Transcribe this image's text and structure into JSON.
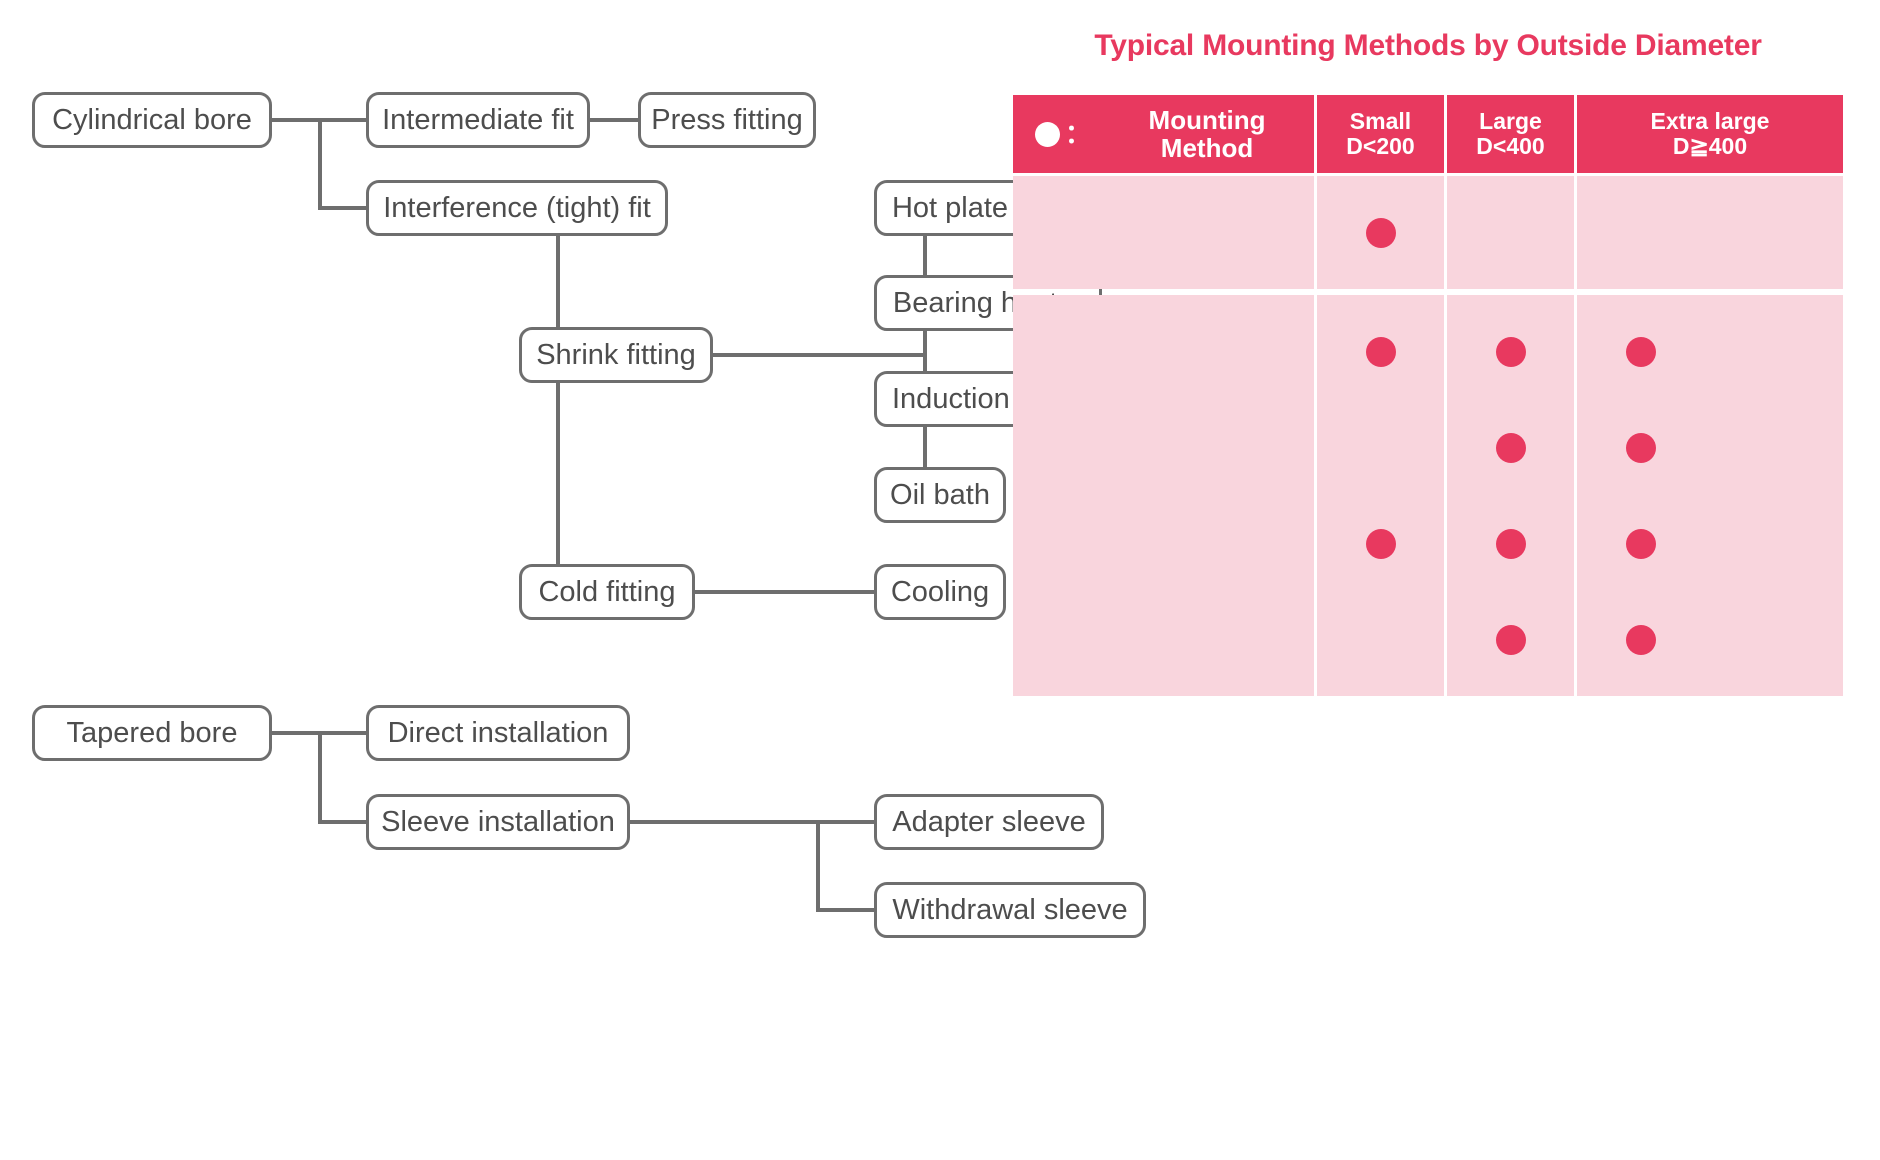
{
  "table": {
    "title": "Typical Mounting Methods by Outside Diameter",
    "bullet_icon": "filled-circle-icon",
    "header": {
      "method_colon": "：",
      "method_label": "Mounting Method",
      "small_line1": "Small",
      "small_line2": "D<200",
      "large_line1": "Large",
      "large_line2": "D<400",
      "xlarge_line1": "Extra large",
      "xlarge_line2": "D≧400"
    },
    "columns": [
      "Mounting Method",
      "Small D<200",
      "Large D<400",
      "Extra large D≧400"
    ],
    "rows": [
      {
        "method": "Hot plate",
        "small": true,
        "large": false,
        "xlarge": false
      },
      {
        "method": "Bearing heater",
        "small": true,
        "large": true,
        "xlarge": true
      },
      {
        "method": "Induction heater",
        "small": false,
        "large": true,
        "xlarge": true
      },
      {
        "method": "Oil bath",
        "small": true,
        "large": true,
        "xlarge": true
      },
      {
        "method": "Cooling",
        "small": false,
        "large": true,
        "xlarge": true
      }
    ]
  },
  "tree": {
    "cylindrical_bore": "Cylindrical bore",
    "intermediate_fit": "Intermediate fit",
    "press_fitting": "Press fitting",
    "interference_fit": "Interference (tight) fit",
    "shrink_fitting": "Shrink fitting",
    "cold_fitting": "Cold fitting",
    "tapered_bore": "Tapered bore",
    "direct_installation": "Direct installation",
    "sleeve_installation": "Sleeve installation",
    "adapter_sleeve": "Adapter sleeve",
    "withdrawal_sleeve": "Withdrawal sleeve"
  },
  "colors": {
    "accent_red": "#e8395f",
    "cell_pink": "#f9d5dd",
    "node_border": "#6e6e6e",
    "node_text": "#4d4d4d"
  }
}
